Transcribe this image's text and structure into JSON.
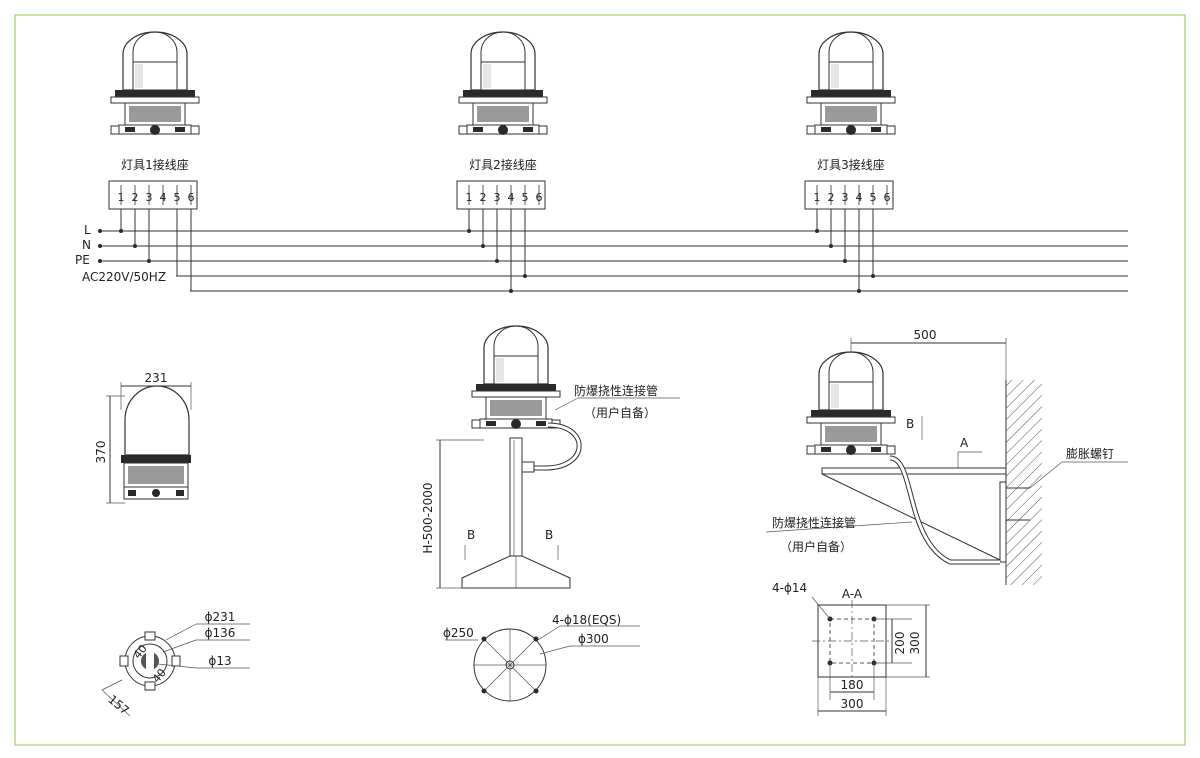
{
  "colors": {
    "frame": "#a5cf6a",
    "line": "#333333"
  },
  "wiring": {
    "fixtures": [
      {
        "label": "灯具1接线座"
      },
      {
        "label": "灯具2接线座"
      },
      {
        "label": "灯具3接线座"
      }
    ],
    "terminals": [
      "1",
      "2",
      "3",
      "4",
      "5",
      "6"
    ],
    "buses": [
      "L",
      "N",
      "PE",
      "AC220V/50HZ"
    ]
  },
  "lamp_front": {
    "width": "231",
    "height": "370"
  },
  "lamp_top": {
    "d1": "ϕ231",
    "d2": "ϕ136",
    "d3": "ϕ13",
    "d4": "157",
    "a1": "40",
    "a2": "40"
  },
  "pole_mount": {
    "conduit": "防爆挠性连接管",
    "conduit_note": "（用户自备）",
    "height": "H-500-2000",
    "section_mark": "B",
    "base_d1": "ϕ250",
    "base_d2": "4-ϕ18(EQS)",
    "base_d3": "ϕ300"
  },
  "wall_mount": {
    "arm": "500",
    "section_b": "B",
    "section_a": "A",
    "bolt": "膨胀螺钉",
    "conduit": "防爆挠性连接管",
    "conduit_note": "（用户自备）"
  },
  "plate": {
    "holes": "4-ϕ14",
    "title": "A-A",
    "dim_inner_h": "200",
    "dim_outer_h": "300",
    "dim_inner_w": "180",
    "dim_outer_w": "300"
  }
}
